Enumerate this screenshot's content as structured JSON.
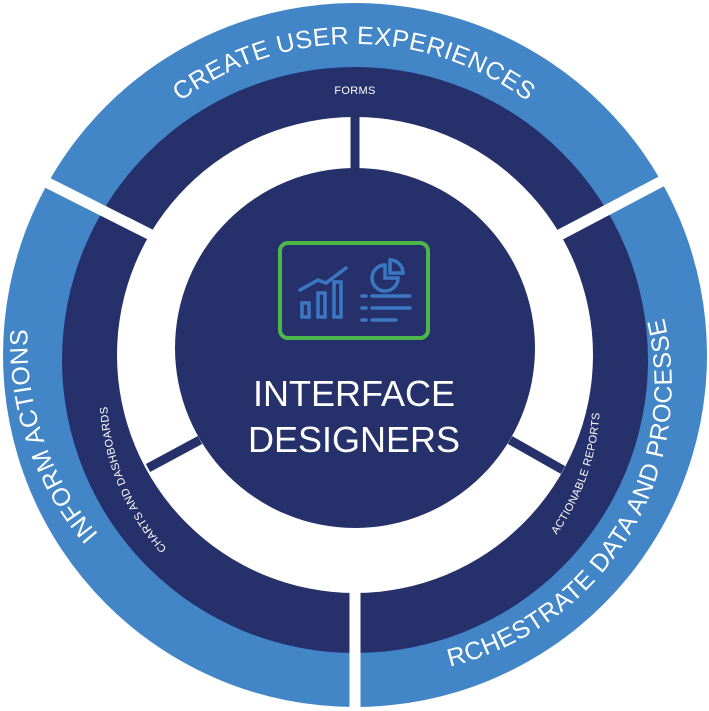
{
  "center": {
    "title_line1": "INTERFACE",
    "title_line2": "DESIGNERS",
    "icon": "dashboard-chart-icon"
  },
  "outer_ring": {
    "segments": [
      {
        "label": "CREATE USER EXPERIENCES"
      },
      {
        "label": "ORCHESTRATE DATA AND PROCESSES"
      },
      {
        "label": "INFORM ACTIONS"
      }
    ]
  },
  "inner_ring": {
    "segments": [
      {
        "label": "FORMS"
      },
      {
        "label": "ACTIONABLE REPORTS"
      },
      {
        "label": "CHARTS AND DASHBOARDS"
      }
    ]
  },
  "colors": {
    "outer_blue": "#4286C8",
    "navy": "#26306B",
    "icon_blue": "#3A78C4",
    "icon_frame_green": "#4DB849",
    "background": "#FFFFFF"
  }
}
